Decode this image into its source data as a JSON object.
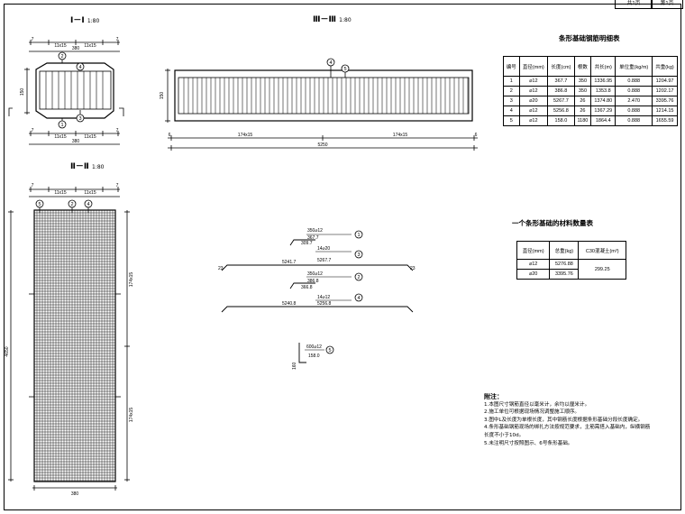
{
  "header": {
    "sheet_total": "共1页",
    "sheet_no": "第1页"
  },
  "section_1": {
    "title": "Ⅰ－Ⅰ",
    "scale": "1:80",
    "top_dims": [
      "7",
      "11x15",
      "11x15",
      "7"
    ],
    "top_total": "380",
    "bottom_dims": [
      "7",
      "11x15",
      "11x15",
      "7"
    ],
    "bottom_total": "380",
    "height": "150",
    "bubbles": [
      "2",
      "4",
      "1",
      "3"
    ]
  },
  "section_3": {
    "title": "Ⅲ－Ⅲ",
    "scale": "1:80",
    "height": "150",
    "bubbles": [
      "4",
      "5"
    ],
    "bottom_dims": [
      "6",
      "174x15",
      "174x15",
      "6"
    ],
    "bottom_total": "5250"
  },
  "section_2": {
    "title": "Ⅱ－Ⅱ",
    "scale": "1:80",
    "top_dims": [
      "7",
      "11x15",
      "11x15",
      "7"
    ],
    "bubbles": [
      "5",
      "2",
      "4"
    ],
    "right_dims": [
      "174x15",
      "174x15"
    ],
    "left_total": "4650",
    "bottom_total": "380"
  },
  "rebar_details": {
    "b1": {
      "count_label": "350⌀12",
      "len": "367.7",
      "side": "309.7",
      "id": "1"
    },
    "b3": {
      "count_label": "14⌀20",
      "len": "5267.7",
      "side": "5241.7",
      "id": "3",
      "end": "23"
    },
    "b2": {
      "count_label": "350⌀12",
      "len": "386.8",
      "side": "366.8",
      "id": "2"
    },
    "b4": {
      "count_label": "14⌀12",
      "len": "5256.8",
      "side": "5240.8",
      "id": "4"
    },
    "b5": {
      "count_label": "600⌀12",
      "len": "158.0",
      "side": "160",
      "id": "5"
    }
  },
  "rebar_table": {
    "title": "条形基础钢筋明细表",
    "headers": [
      "编号",
      "直径(mm)",
      "长度(cm)",
      "根数",
      "共长(m)",
      "单位重(kg/m)",
      "共重(kg)"
    ],
    "rows": [
      [
        "1",
        "⌀12",
        "367.7",
        "350",
        "1336.95",
        "0.888",
        "1204.97"
      ],
      [
        "2",
        "⌀12",
        "386.8",
        "350",
        "1353.8",
        "0.888",
        "1202.17"
      ],
      [
        "3",
        "⌀20",
        "5267.7",
        "26",
        "1374.80",
        "2.470",
        "3395.76"
      ],
      [
        "4",
        "⌀12",
        "5256.8",
        "26",
        "1367.29",
        "0.888",
        "1214.15"
      ],
      [
        "5",
        "⌀12",
        "158.0",
        "1180",
        "1864.4",
        "0.888",
        "1655.59"
      ]
    ]
  },
  "material_table": {
    "title": "一个条形基础的材料数量表",
    "headers": [
      "直径(mm)",
      "总重(kg)",
      "C30混凝土(m³)"
    ],
    "rows": [
      [
        "⌀12",
        "5276.88"
      ],
      [
        "⌀20",
        "3395.76"
      ]
    ],
    "concrete": "299.25"
  },
  "notes": {
    "heading": "附注：",
    "items": [
      "1.本图尺寸钢筋直径以毫米计，余均以厘米计。",
      "2.施工单位可根据现场情况调整施工顺序。",
      "3.图中L及长度为单根长度，其中钢筋长度根据条形基础分段长度确定。",
      "4.条形基础钢筋现场的绑扎方法按规范要求，主筋需搭入基础内，纵横钢筋",
      "   长度不小于10d。",
      "5.未注明尺寸按照图示、6号条形基础。"
    ]
  }
}
